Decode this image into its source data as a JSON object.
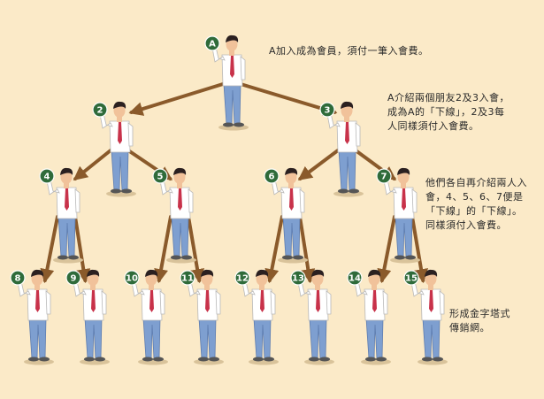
{
  "colors": {
    "background": "#fbeac8",
    "arrow": "#8a5a2b",
    "badge": "#2f6b3a",
    "shirt": "#ffffff",
    "tie": "#c8324a",
    "pants": "#7e9fd0",
    "hair": "#2b2020",
    "skin": "#f1c29a"
  },
  "nodes": [
    {
      "label": "A"
    },
    {
      "label": "2"
    },
    {
      "label": "3"
    },
    {
      "label": "4"
    },
    {
      "label": "5"
    },
    {
      "label": "6"
    },
    {
      "label": "7"
    },
    {
      "label": "8"
    },
    {
      "label": "9"
    },
    {
      "label": "10"
    },
    {
      "label": "11"
    },
    {
      "label": "12"
    },
    {
      "label": "13"
    },
    {
      "label": "14"
    },
    {
      "label": "15"
    }
  ],
  "captions": {
    "level1": [
      "A加入成為會員，須付一筆入會費。"
    ],
    "level2": [
      "A介紹兩個朋友2及3入會，",
      "成為A的「下線」，2及3每",
      "人同樣須付入會費。"
    ],
    "level3": [
      "他們各自再介紹兩人入",
      "會，4、5、6、7便是",
      "「下線」的「下線」。",
      "同樣須付入會費。"
    ],
    "level4": [
      "形成金字塔式",
      "傳銷網。"
    ]
  }
}
